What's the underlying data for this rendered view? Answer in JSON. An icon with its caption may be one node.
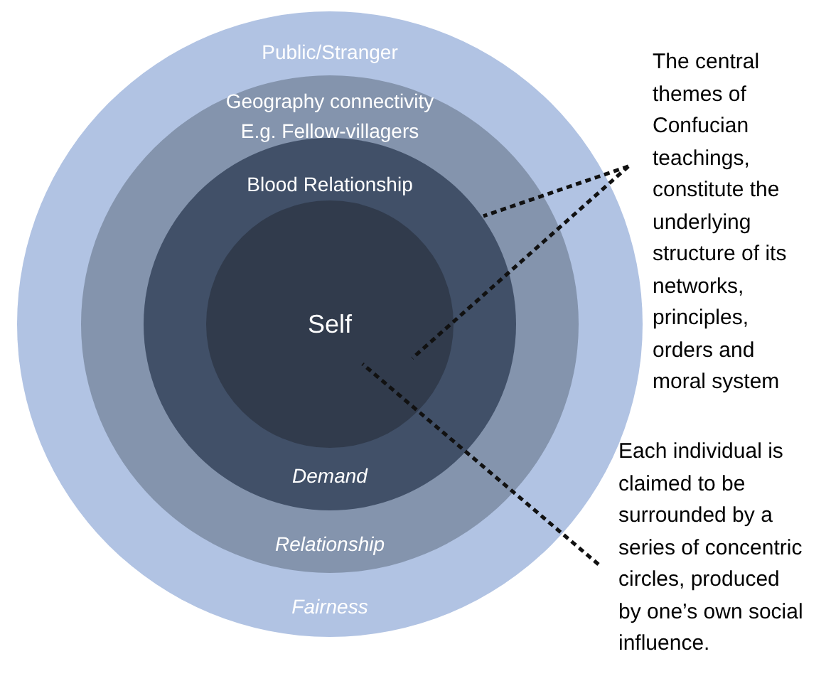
{
  "diagram": {
    "nodes": [
      {
        "text": [
          "Public/Stranger",
          "Fairness"
        ]
      },
      {
        "text": [
          "Geography connectivity E.g. Fellow-villagers",
          "Relationship"
        ],
        "in": 0
      },
      {
        "text": [
          "Blood Relationship",
          "Demand"
        ],
        "in": 1
      },
      {
        "text": [
          "Self"
        ],
        "in": 2
      },
      {
        "text": [
          "The central themes of Confucian teachings, constitute the underlying structure of its networks, principles, orders and moral system"
        ]
      },
      {
        "text": [
          "Each individual is claimed to be surrounded by a series of concentric circles, produced by one’s own social influence."
        ]
      }
    ],
    "edges": [
      {
        "from": 4,
        "to": 2,
        "arrow": "none",
        "style": "dashed"
      },
      {
        "from": 4,
        "to": 3,
        "arrow": "none",
        "style": "dashed"
      },
      {
        "from": 5,
        "to": 3,
        "arrow": "none",
        "style": "dashed"
      }
    ]
  }
}
